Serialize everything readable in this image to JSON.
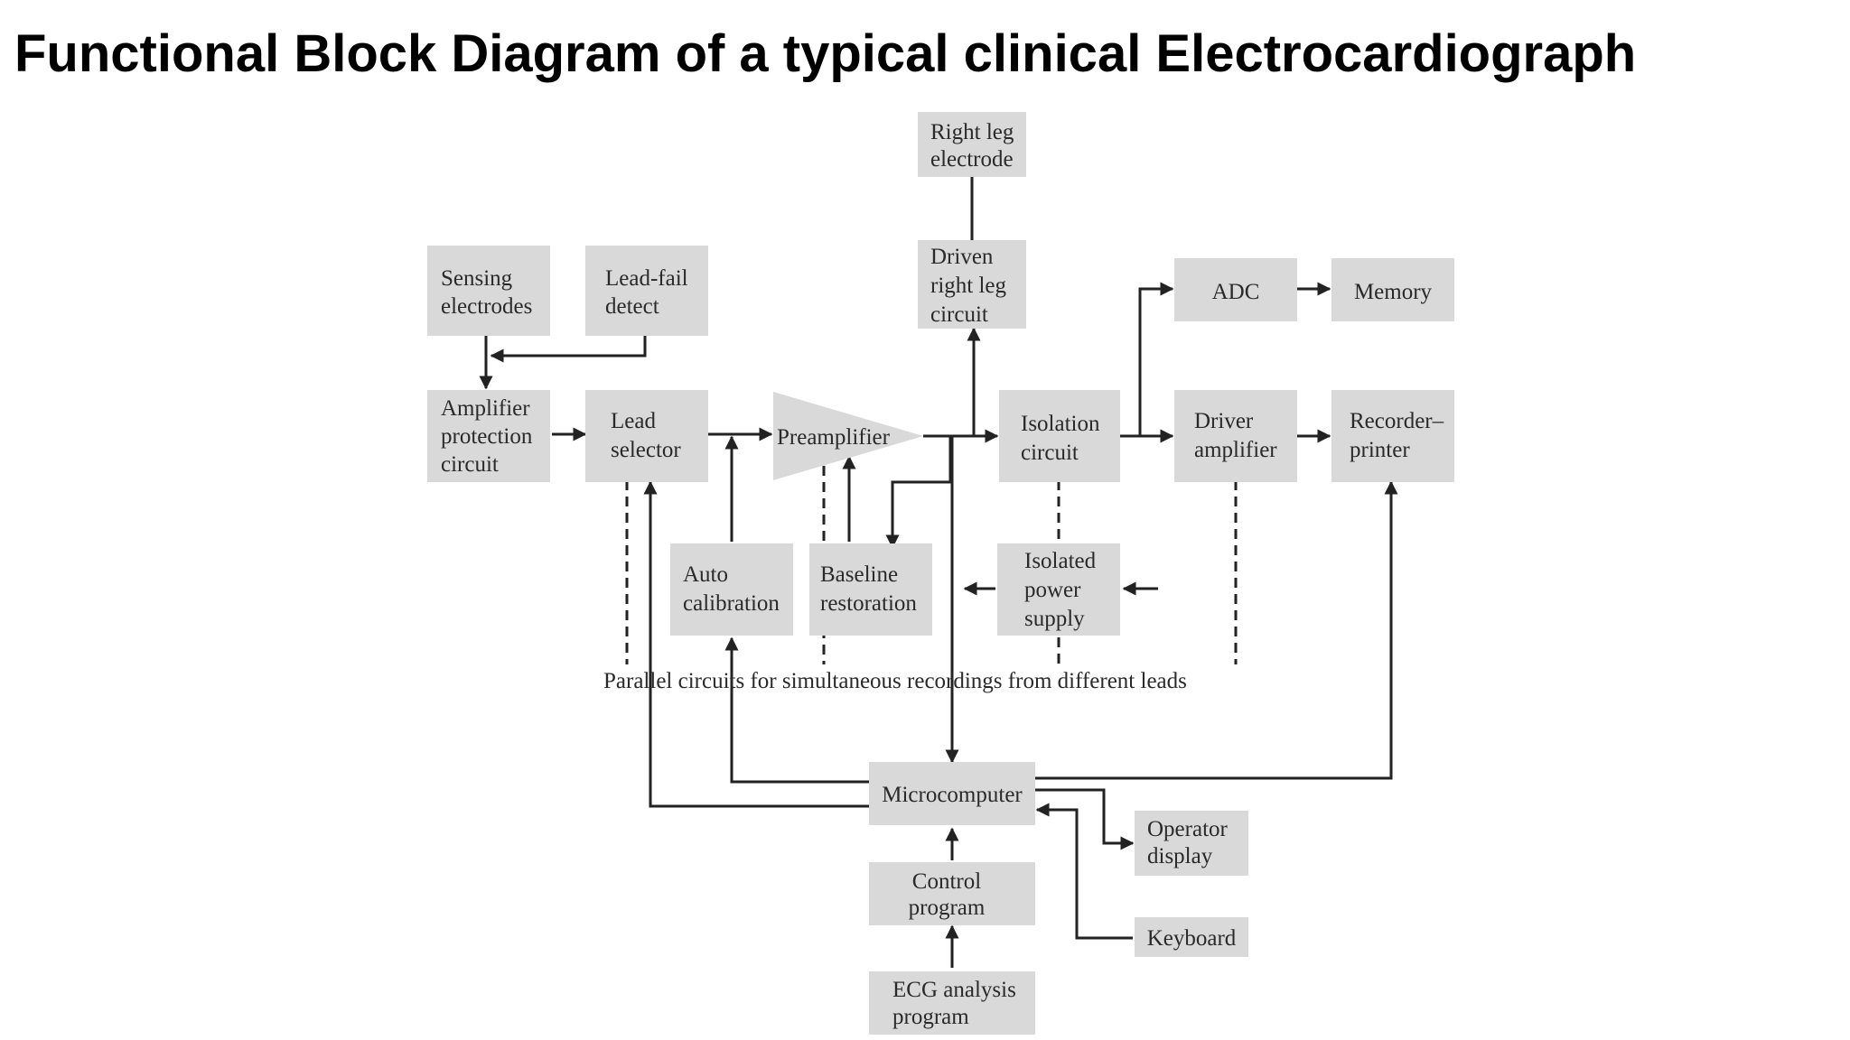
{
  "title": "Functional Block Diagram of a typical clinical Electrocardiograph",
  "blocks": {
    "right_leg_electrode": [
      "Right leg",
      "electrode"
    ],
    "sensing_electrodes": [
      "Sensing",
      "electrodes"
    ],
    "lead_fail_detect": [
      "Lead-fail",
      "detect"
    ],
    "driven_right_leg_circuit": [
      "Driven",
      "right leg",
      "circuit"
    ],
    "adc": [
      "ADC"
    ],
    "memory": [
      "Memory"
    ],
    "amplifier_protection_circuit": [
      "Amplifier",
      "protection",
      "circuit"
    ],
    "lead_selector": [
      "Lead",
      "selector"
    ],
    "preamplifier": [
      "Preamplifier"
    ],
    "isolation_circuit": [
      "Isolation",
      "circuit"
    ],
    "driver_amplifier": [
      "Driver",
      "amplifier"
    ],
    "recorder_printer": [
      "Recorder–",
      "printer"
    ],
    "auto_calibration": [
      "Auto",
      "calibration"
    ],
    "baseline_restoration": [
      "Baseline",
      "restoration"
    ],
    "isolated_power_supply": [
      "Isolated",
      "power",
      "supply"
    ],
    "microcomputer": [
      "Microcomputer"
    ],
    "operator_display": [
      "Operator",
      "display"
    ],
    "control_program": [
      "Control",
      "program"
    ],
    "keyboard": [
      "Keyboard"
    ],
    "ecg_analysis_program": [
      "ECG analysis",
      "program"
    ]
  },
  "annotations": {
    "parallel_circuits": "Parallel circuits for simultaneous recordings from different leads"
  },
  "colors": {
    "block_fill": "#d9d9d9",
    "line": "#222222",
    "text": "#2a2a2a"
  }
}
